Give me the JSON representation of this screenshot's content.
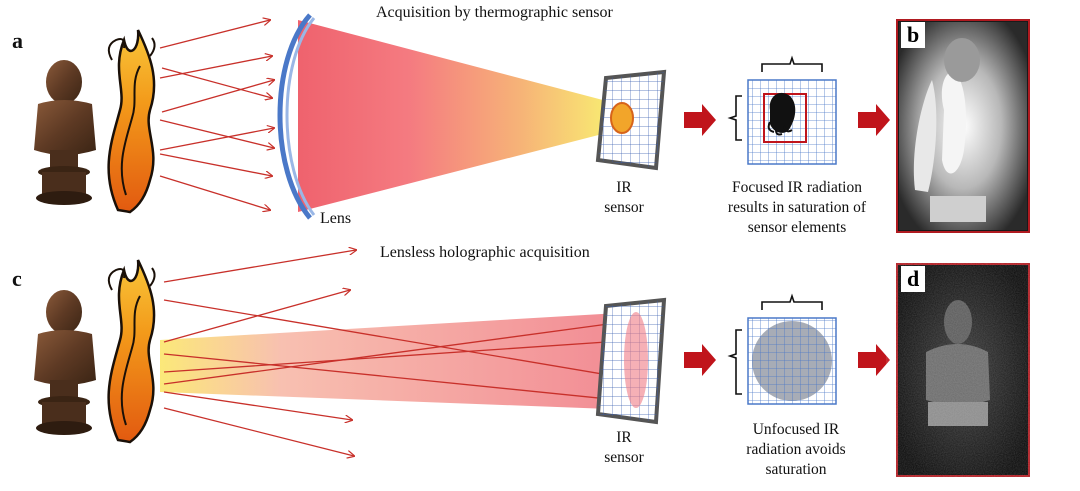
{
  "panels": {
    "a": "a",
    "b": "b",
    "c": "c",
    "d": "d"
  },
  "top_row": {
    "title": "Acquisition by thermographic sensor",
    "lens_label": "Lens",
    "sensor_label_line1": "IR",
    "sensor_label_line2": "sensor",
    "caption_line1": "Focused IR radiation",
    "caption_line2": "results in saturation of",
    "caption_line3": "sensor elements"
  },
  "bottom_row": {
    "title": "Lensless holographic acquisition",
    "sensor_label_line1": "IR",
    "sensor_label_line2": "sensor",
    "caption_line1": "Unfocused IR",
    "caption_line2": "radiation avoids",
    "caption_line3": "saturation"
  },
  "colors": {
    "arrow_red": "#c0141b",
    "ray_red": "#c8302a",
    "beam_pink": "#f08a8a",
    "beam_yellow": "#f7e24a",
    "grid_blue": "#4a78c8",
    "frame_red": "#b01a20"
  }
}
